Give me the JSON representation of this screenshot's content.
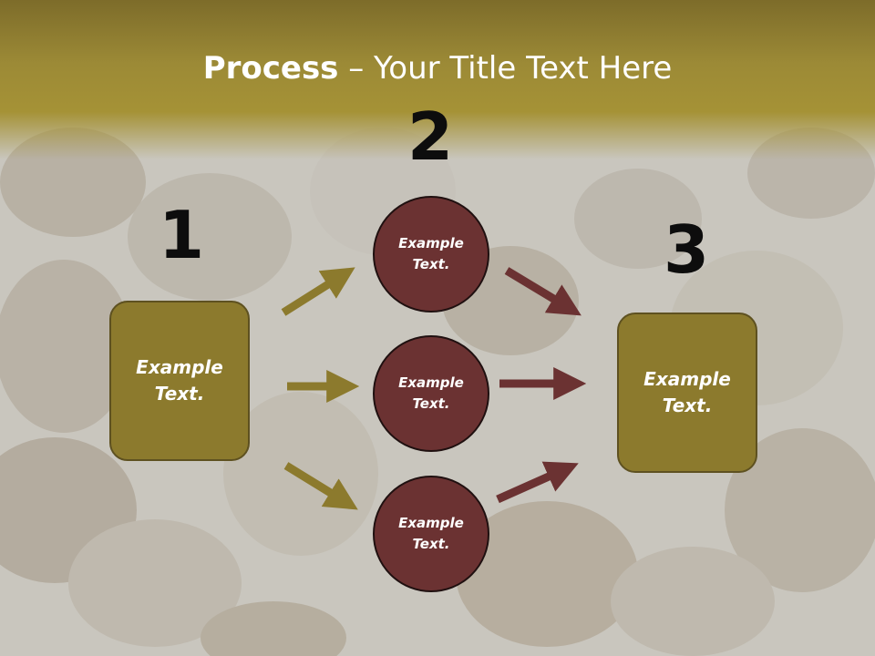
{
  "title": {
    "bold": "Process",
    "rest": " – Your Title Text Here"
  },
  "steps": [
    {
      "number": "1",
      "text_line1": "Example",
      "text_line2": "Text."
    },
    {
      "number": "2"
    },
    {
      "number": "3",
      "text_line1": "Example",
      "text_line2": "Text."
    }
  ],
  "circles": [
    {
      "text_line1": "Example",
      "text_line2": "Text."
    },
    {
      "text_line1": "Example",
      "text_line2": "Text."
    },
    {
      "text_line1": "Example",
      "text_line2": "Text."
    }
  ],
  "colors": {
    "header": "#9c8a36",
    "box_fill": "#8c7a2d",
    "circle_fill": "#6b3232",
    "arrow_olive": "#8c7a2d",
    "arrow_maroon": "#6b3232"
  }
}
